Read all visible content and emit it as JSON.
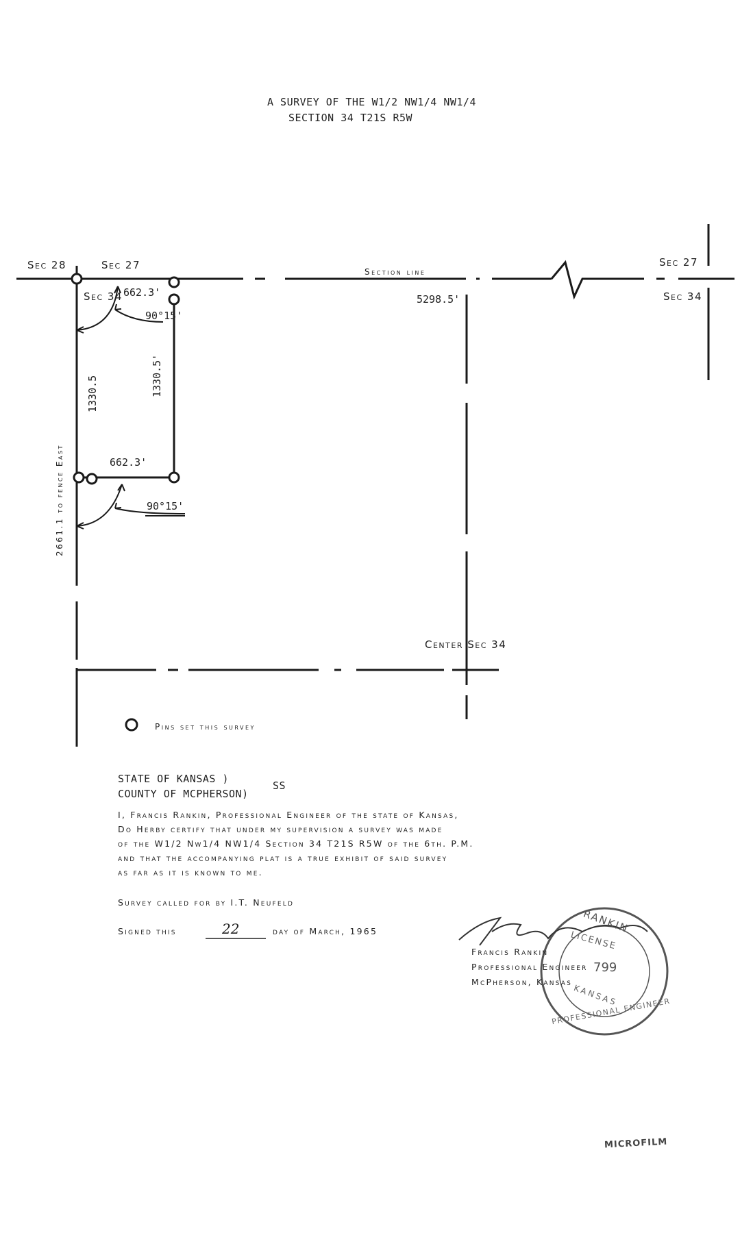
{
  "title": {
    "line1": "A SURVEY OF THE W1/2 NW1/4 NW1/4",
    "line2": "SECTION 34 T21S R5W"
  },
  "plat": {
    "sec28": "Sec 28",
    "sec27_left": "Sec 27",
    "sec34_inner": "Sec 34",
    "top_width": "662.3'",
    "top_angle": "90°15'",
    "section_line": "Section line",
    "section_length": "5298.5'",
    "sec27_right": "Sec 27",
    "sec34_right": "Sec 34",
    "left_side": "1330.5",
    "right_side": "1330.5'",
    "bottom_width": "662.3'",
    "bottom_angle": "90°15'",
    "fence_note": "2661.1 to fence East",
    "center": "Center Sec 34",
    "legend": "Pins set this survey"
  },
  "certificate": {
    "state": "STATE OF KANSAS    )",
    "county": "COUNTY OF MCPHERSON)",
    "ss": "SS",
    "line1": "I, Francis Rankin, Professional Engineer of the state of Kansas,",
    "line2": "Do Herby certify that under my supervision a survey was made",
    "line3": "of the W1/2 Nw1/4 NW1/4 Section 34 T21S R5W of the 6th. P.M.",
    "line4": "and that the accompanying plat is a true exhibit of said survey",
    "line5": "as far as it is known to me.",
    "called_for": "Survey called for by I.T. Neufeld",
    "signed_prefix": "Signed this",
    "signed_day": "22",
    "signed_suffix": "day of March, 1965"
  },
  "signature": {
    "name": "Francis Rankin",
    "title": "Professional Engineer",
    "location": "McPherson, Kansas"
  },
  "seal": {
    "top": "RANKIN",
    "license": "LICENSE",
    "number": "799",
    "state": "KANSAS",
    "bottom": "PROFESSIONAL ENGINEER"
  },
  "stamp": "MICROFILM"
}
